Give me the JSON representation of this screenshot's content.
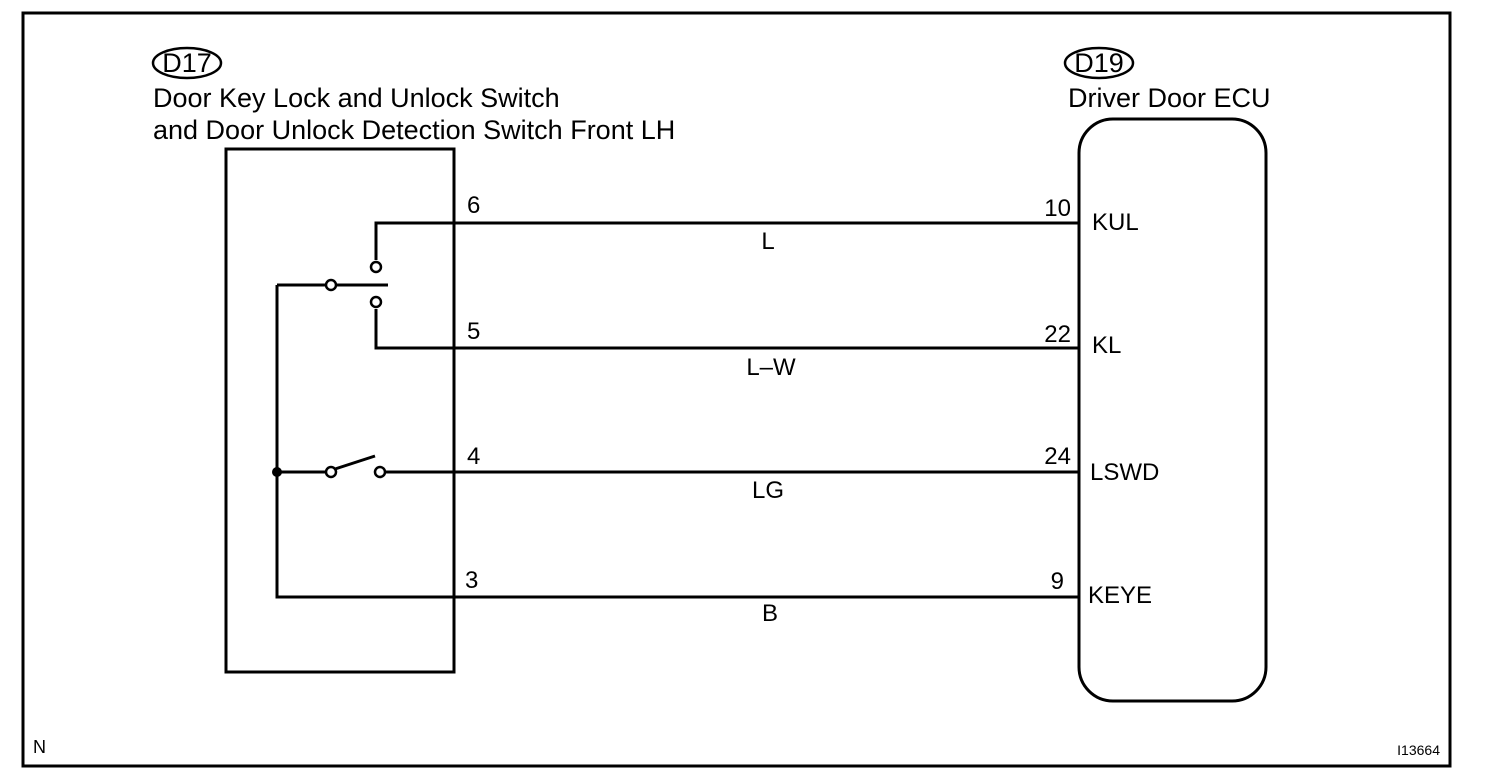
{
  "connectors": {
    "left": {
      "code": "D17",
      "name_line1": "Door Key Lock and Unlock Switch",
      "name_line2": "and Door Unlock Detection Switch Front LH"
    },
    "right": {
      "code": "D19",
      "name": "Driver Door ECU"
    }
  },
  "wires": [
    {
      "left_pin": "6",
      "color": "L",
      "right_pin": "10",
      "terminal": "KUL"
    },
    {
      "left_pin": "5",
      "color": "L–W",
      "right_pin": "22",
      "terminal": "KL"
    },
    {
      "left_pin": "4",
      "color": "LG",
      "right_pin": "24",
      "terminal": "LSWD"
    },
    {
      "left_pin": "3",
      "color": "B",
      "right_pin": "9",
      "terminal": "KEYE"
    }
  ],
  "footer": {
    "left_mark": "N",
    "figure_id": "I13664"
  }
}
